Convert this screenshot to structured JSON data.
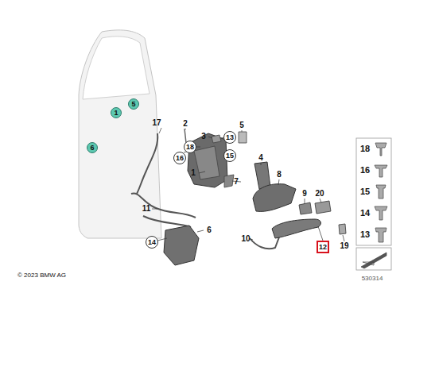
{
  "diagram": {
    "nodes": [
      {
        "text": [
          "1"
        ]
      },
      {
        "text": [
          "5"
        ]
      },
      {
        "text": [
          "6"
        ]
      },
      {
        "text": [
          "18"
        ]
      },
      {
        "text": [
          "13"
        ]
      },
      {
        "text": [
          "16"
        ]
      },
      {
        "text": [
          "15"
        ]
      },
      {
        "text": [
          "14"
        ]
      },
      {
        "text": [
          "12"
        ]
      },
      {
        "text": [
          "18"
        ]
      },
      {
        "text": [
          "16"
        ]
      },
      {
        "text": [
          "15"
        ]
      },
      {
        "text": [
          "14"
        ]
      },
      {
        "text": [
          "13"
        ]
      }
    ],
    "labels": [
      "17",
      "2",
      "3",
      "5",
      "4",
      "1",
      "7",
      "8",
      "9",
      "20",
      "11",
      "6",
      "10",
      "19",
      "© 2023 BMW AG",
      "530314"
    ]
  }
}
